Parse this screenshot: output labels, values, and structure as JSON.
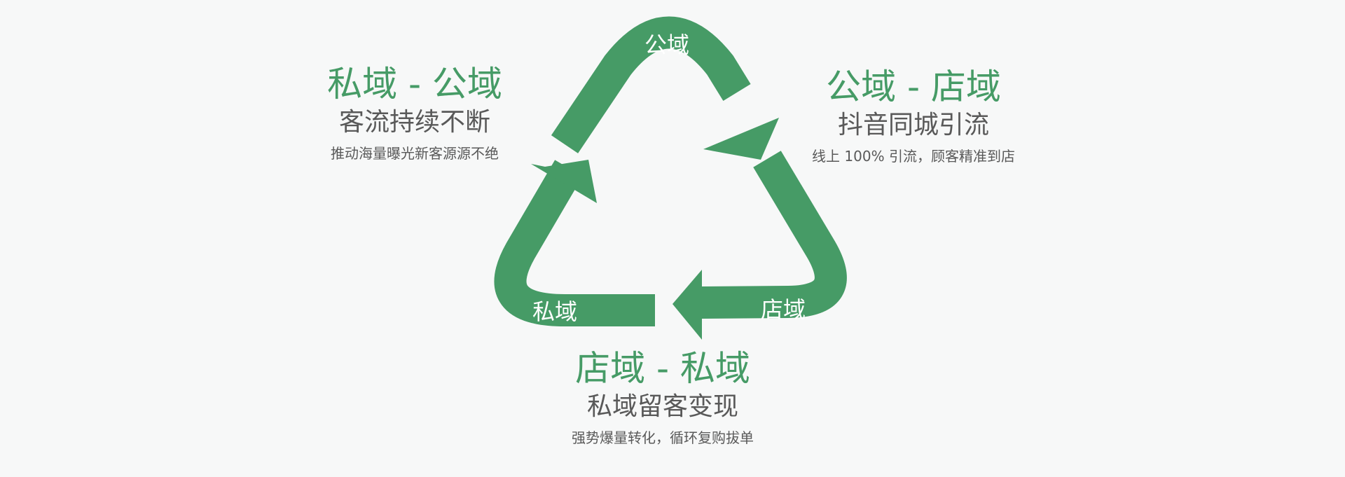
{
  "cycle": {
    "accent_color": "#469b66",
    "arrows": [
      {
        "label": "公域"
      },
      {
        "label": "店域"
      },
      {
        "label": "私域"
      }
    ]
  },
  "blocks": {
    "left": {
      "title": "私域 - 公域",
      "subtitle": "客流持续不断",
      "desc": "推动海量曝光新客源源不绝"
    },
    "right": {
      "title": "公域 - 店域",
      "subtitle": "抖音同城引流",
      "desc": "线上 100% 引流，顾客精准到店"
    },
    "bottom": {
      "title": "店域 - 私域",
      "subtitle": "私域留客变现",
      "desc": "强势爆量转化，循环复购拔单"
    }
  }
}
